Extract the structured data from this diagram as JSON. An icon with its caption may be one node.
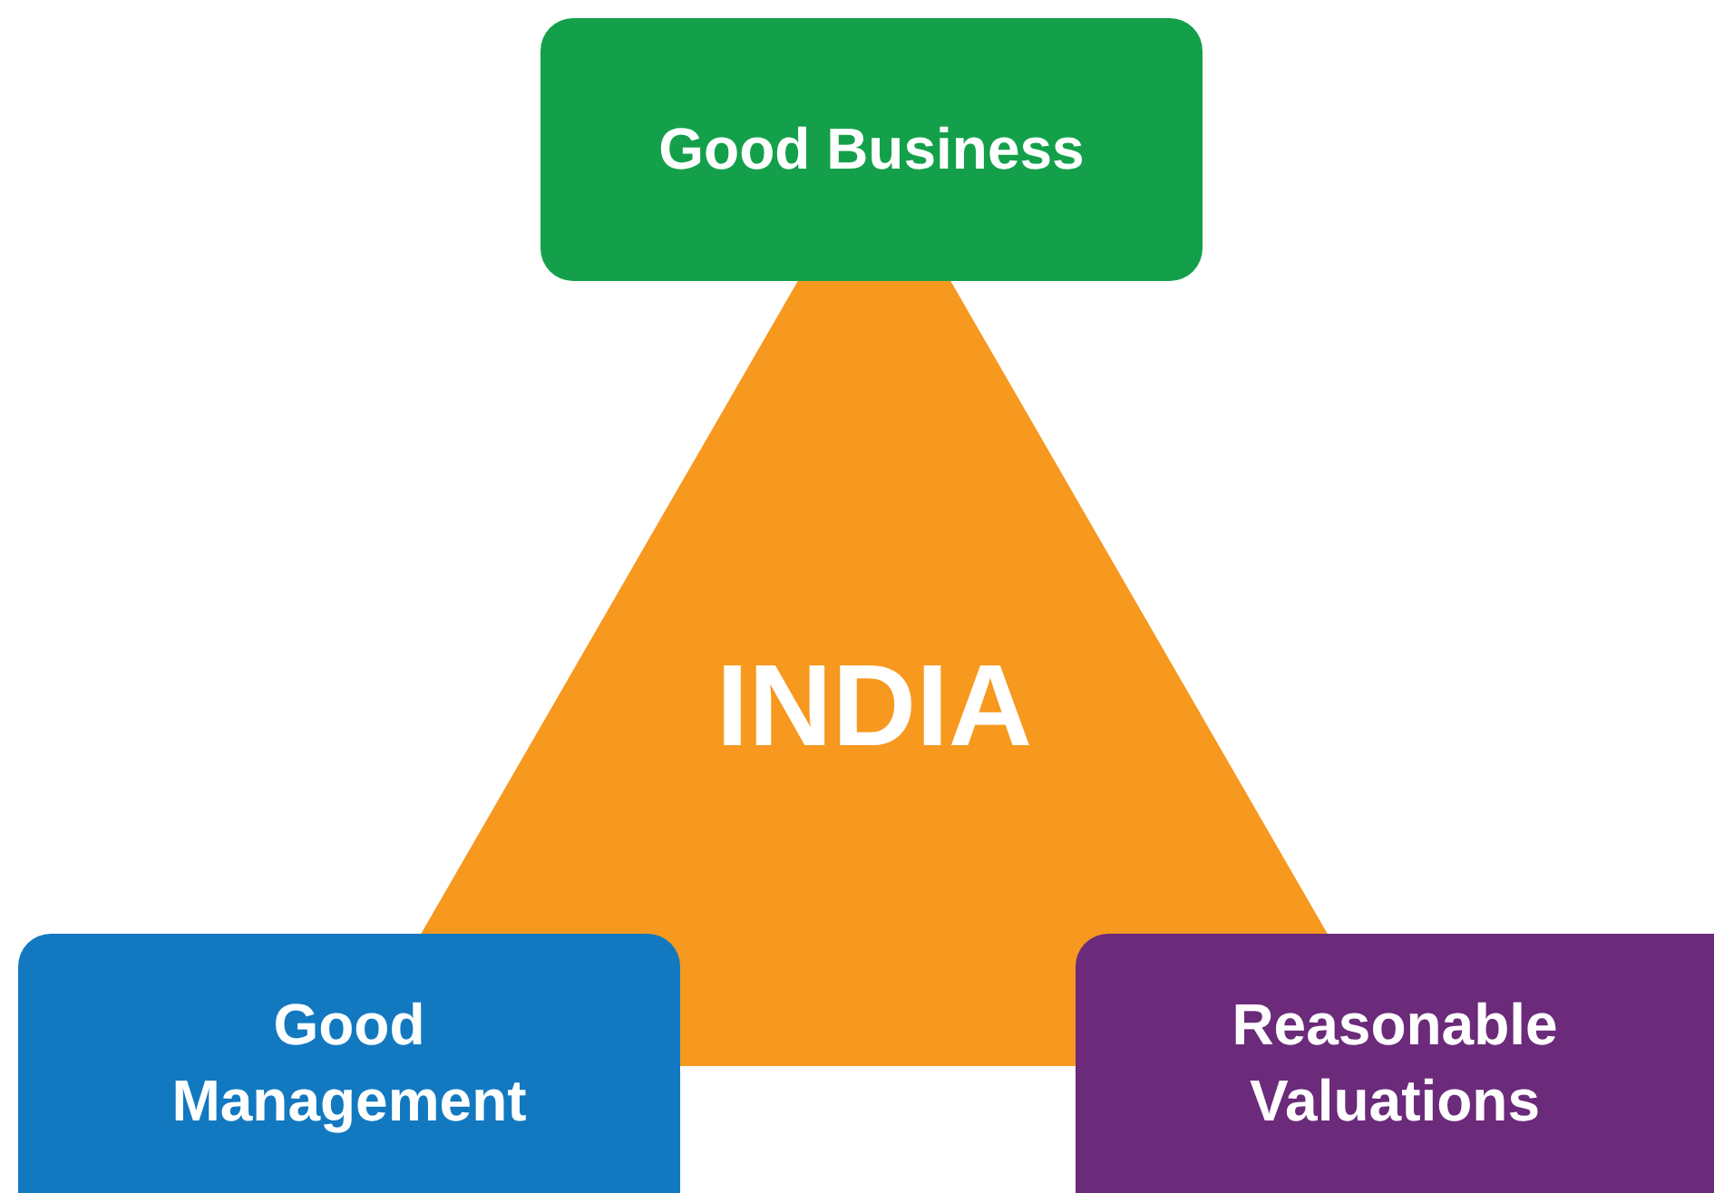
{
  "diagram": {
    "nodes": [
      {
        "text": [
          "Good Business"
        ]
      },
      {
        "text": [
          "INDIA"
        ]
      },
      {
        "text": [
          "Good Management"
        ]
      },
      {
        "text": [
          "Reasonable Valuations"
        ]
      }
    ]
  }
}
